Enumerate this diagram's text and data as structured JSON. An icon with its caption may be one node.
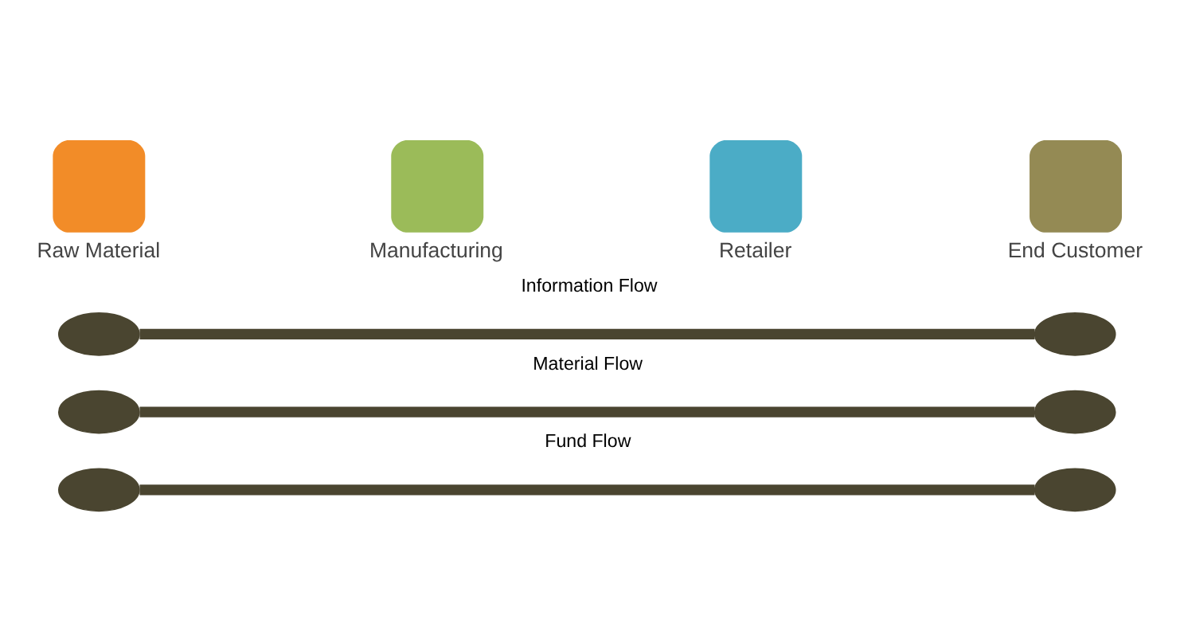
{
  "diagram": {
    "nodes": [
      {
        "text": [
          "Raw Material"
        ]
      },
      {
        "text": [
          "Manufacturing"
        ]
      },
      {
        "text": [
          "Retailer"
        ]
      },
      {
        "text": [
          "End Customer"
        ]
      },
      {
        "text": [],
        "shape": "ellipse"
      },
      {
        "text": [],
        "shape": "ellipse"
      },
      {
        "text": [],
        "shape": "ellipse"
      },
      {
        "text": [],
        "shape": "ellipse"
      },
      {
        "text": [],
        "shape": "ellipse"
      },
      {
        "text": [],
        "shape": "ellipse"
      }
    ],
    "edges": [
      {
        "from": 4,
        "to": 5,
        "arrow": "none",
        "label": "Information Flow"
      },
      {
        "from": 6,
        "to": 7,
        "arrow": "none",
        "label": "Material Flow"
      },
      {
        "from": 8,
        "to": 9,
        "arrow": "none",
        "label": "Fund Flow"
      }
    ]
  }
}
